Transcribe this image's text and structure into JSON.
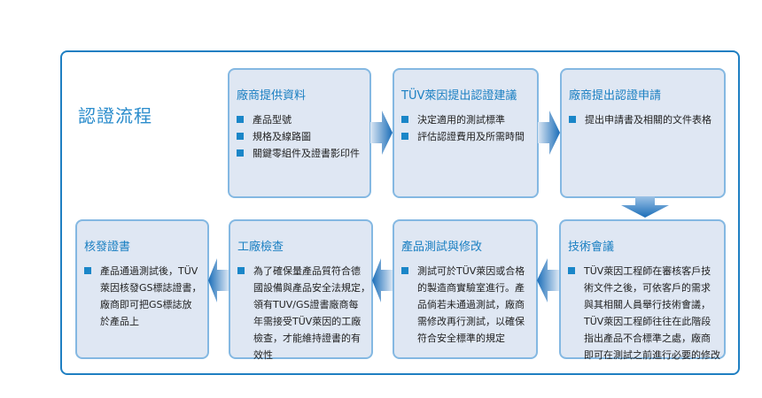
{
  "title": "認證流程",
  "steps": [
    {
      "heading": "廠商提供資料",
      "items": [
        [
          "產品型號"
        ],
        [
          "規格及線路圖"
        ],
        [
          "關鍵零組件及證書影印件"
        ]
      ]
    },
    {
      "heading": "TÜV萊因提出認證建議",
      "items": [
        [
          "決定適用的測試標準"
        ],
        [
          "評估認證費用及所需時間"
        ]
      ]
    },
    {
      "heading": "廠商提出認證申請",
      "items": [
        [
          "提出申請書及相關的文件表格"
        ]
      ]
    },
    {
      "heading": "技術會議",
      "items": [
        [
          "TÜV萊因工程師在審核客戶技",
          "術文件之後，可依客戶的需求",
          "與其相關人員舉行技術會議，",
          "TÜV萊因工程師往往在此階段",
          "指出產品不合標準之處，廠商",
          "即可在測試之前進行必要的修改"
        ]
      ]
    },
    {
      "heading": "產品測試與修改",
      "items": [
        [
          "測試可於TÜV萊因或合格",
          "的製造商實驗室進行。產",
          "品倘若未通過測試，廠商",
          "需修改再行測試，以確保",
          "符合安全標準的規定"
        ]
      ]
    },
    {
      "heading": "工廠檢查",
      "items": [
        [
          "為了確保量產品質符合德",
          "國設備與產品安全法規定，",
          "領有TUV/GS證書廠商每",
          "年需接受TÜV萊因的工廠",
          "檢查，才能維持證書的有",
          "效性"
        ]
      ]
    },
    {
      "heading": "核發證書",
      "items": [
        [
          "產品通過測試後，TÜV",
          "萊因核發GS標誌證書，",
          "廠商即可把GS標誌放",
          "於產品上"
        ]
      ]
    }
  ],
  "colors": {
    "accent": "#1a86c8",
    "frame": "#1f7fc2",
    "box_bg": "#dfe7f3"
  }
}
